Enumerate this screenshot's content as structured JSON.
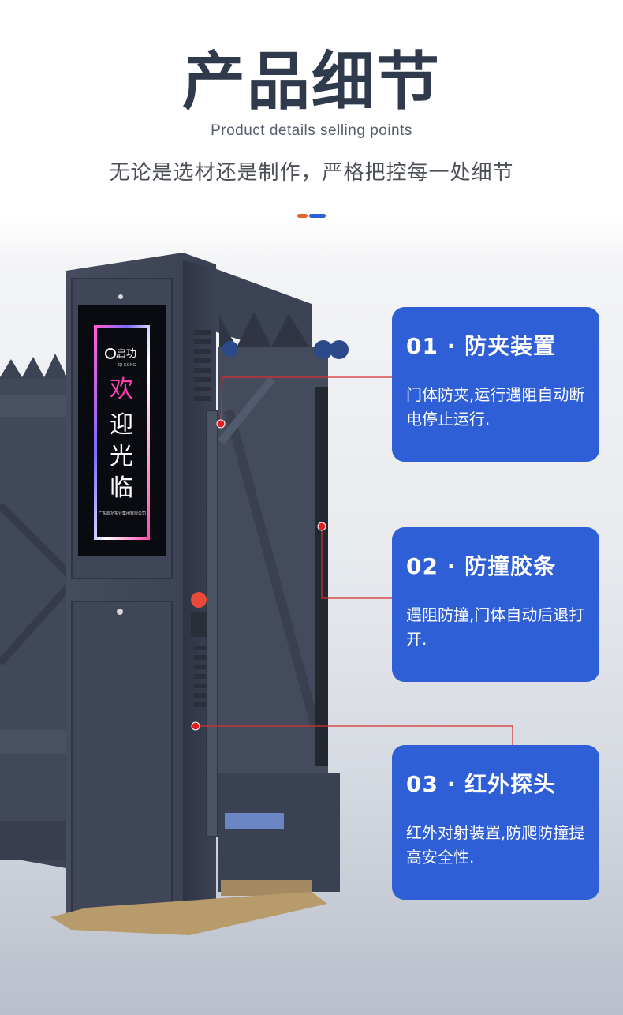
{
  "header": {
    "title": "产品细节",
    "subtitle_en": "Product details selling points",
    "subtitle_cn": "无论是选材还是制作，严格把控每一处细节"
  },
  "colors": {
    "title": "#2f3a4c",
    "accent_orange": "#e8622c",
    "accent_blue": "#2f5fd6",
    "card_bg": "#2f5fd6",
    "marker_red": "#e02020",
    "gate_metal": "#3a4152"
  },
  "display_panel": {
    "brand": "启功",
    "brand_en": "QI GONG",
    "welcome_chars": [
      "欢",
      "迎",
      "光",
      "临"
    ],
    "company": "广东启功实业集团有限公司"
  },
  "features": [
    {
      "title": "01 · 防夹装置",
      "desc": "门体防夹,运行遇阻自动断电停止运行."
    },
    {
      "title": "02 · 防撞胶条",
      "desc": "遇阻防撞,门体自动后退打开."
    },
    {
      "title": "03 · 红外探头",
      "desc": "红外对射装置,防爬防撞提高安全性."
    }
  ]
}
